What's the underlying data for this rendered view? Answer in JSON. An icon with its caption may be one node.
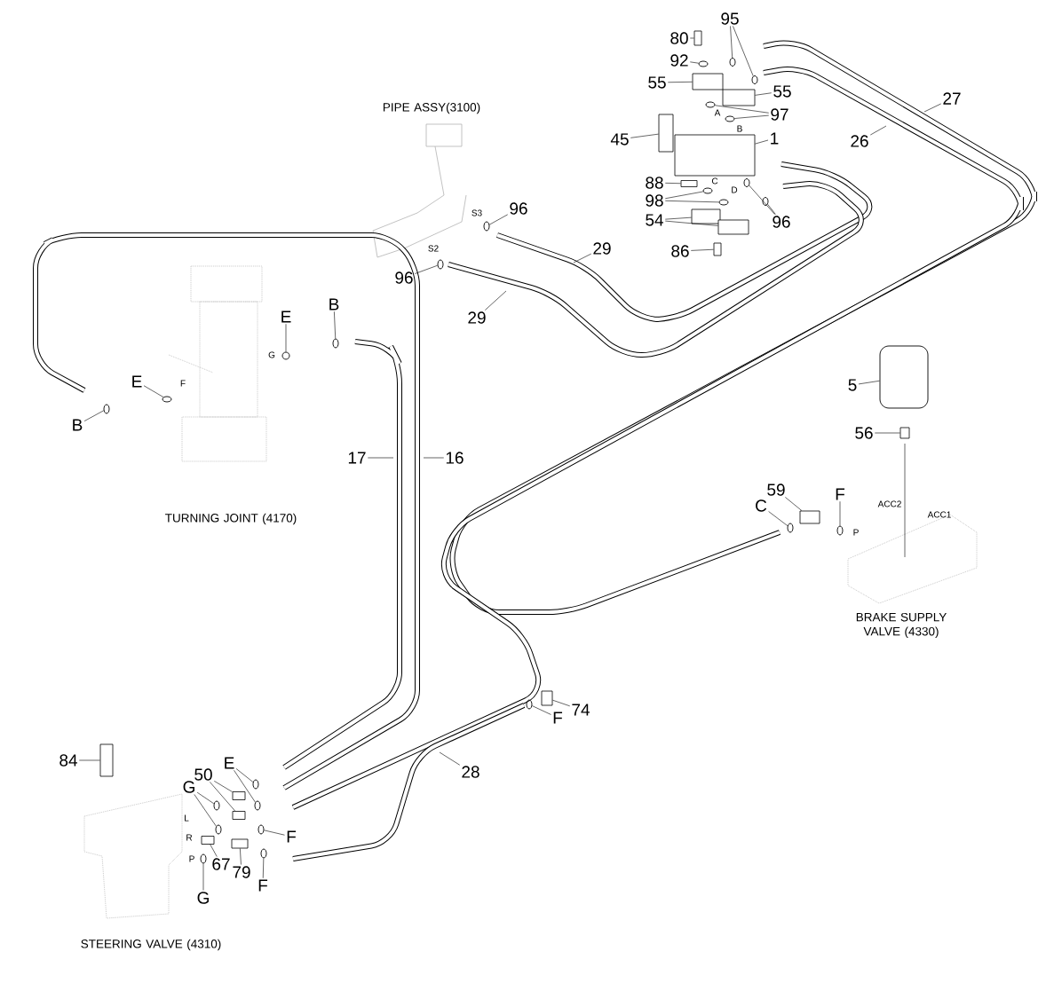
{
  "diagram": {
    "nodes": [
      {
        "text": [
          "80"
        ]
      },
      {
        "text": [
          "92"
        ]
      },
      {
        "text": [
          "95"
        ]
      },
      {
        "text": [
          "55"
        ]
      },
      {
        "text": [
          "55"
        ]
      },
      {
        "text": [
          "97"
        ]
      },
      {
        "text": [
          "45"
        ]
      },
      {
        "text": [
          "1"
        ]
      },
      {
        "text": [
          "88"
        ]
      },
      {
        "text": [
          "98"
        ]
      },
      {
        "text": [
          "54"
        ]
      },
      {
        "text": [
          "96"
        ]
      },
      {
        "text": [
          "86"
        ]
      },
      {
        "text": [
          "27"
        ]
      },
      {
        "text": [
          "26"
        ]
      },
      {
        "text": [
          "96"
        ]
      },
      {
        "text": [
          "29"
        ]
      },
      {
        "text": [
          "96"
        ]
      },
      {
        "text": [
          "29"
        ]
      },
      {
        "text": [
          "PIPE ASSY(3100)"
        ]
      },
      {
        "text": [
          "E"
        ]
      },
      {
        "text": [
          "B"
        ]
      },
      {
        "text": [
          "E"
        ]
      },
      {
        "text": [
          "B"
        ]
      },
      {
        "text": [
          "17"
        ]
      },
      {
        "text": [
          "16"
        ]
      },
      {
        "text": [
          "5"
        ]
      },
      {
        "text": [
          "56"
        ]
      },
      {
        "text": [
          "59"
        ]
      },
      {
        "text": [
          "C"
        ]
      },
      {
        "text": [
          "F"
        ]
      },
      {
        "text": [
          "BRAKE SUPPLY VALVE (4330)"
        ]
      },
      {
        "text": [
          "74"
        ]
      },
      {
        "text": [
          "F"
        ]
      },
      {
        "text": [
          "28"
        ]
      },
      {
        "text": [
          "84"
        ]
      },
      {
        "text": [
          "50"
        ]
      },
      {
        "text": [
          "E"
        ]
      },
      {
        "text": [
          "G"
        ]
      },
      {
        "text": [
          "F"
        ]
      },
      {
        "text": [
          "F"
        ]
      },
      {
        "text": [
          "67"
        ]
      },
      {
        "text": [
          "79"
        ]
      },
      {
        "text": [
          "G"
        ]
      },
      {
        "text": [
          "TURNING JOINT (4170)"
        ]
      },
      {
        "text": [
          "STEERING VALVE (4310)"
        ]
      },
      {
        "text": [],
        "shape": "box"
      },
      {
        "text": [],
        "shape": "circle"
      },
      {
        "text": [],
        "shape": "circle"
      },
      {
        "text": [],
        "shape": "circle"
      },
      {
        "text": [],
        "shape": "box"
      },
      {
        "text": [],
        "shape": "box"
      },
      {
        "text": [],
        "shape": "circle"
      },
      {
        "text": [],
        "shape": "circle"
      },
      {
        "text": [],
        "shape": "box"
      },
      {
        "text": [],
        "shape": "box"
      },
      {
        "text": [],
        "shape": "box"
      },
      {
        "text": [],
        "shape": "circle"
      },
      {
        "text": [],
        "shape": "circle"
      },
      {
        "text": [],
        "shape": "box"
      },
      {
        "text": [],
        "shape": "box"
      },
      {
        "text": [],
        "shape": "circle"
      },
      {
        "text": [],
        "shape": "circle"
      },
      {
        "text": [],
        "shape": "box"
      },
      {
        "text": [],
        "shape": "circle"
      },
      {
        "text": [],
        "shape": "circle"
      },
      {
        "text": [],
        "shape": "circle"
      },
      {
        "text": [],
        "shape": "circle"
      },
      {
        "text": [],
        "shape": "circle"
      },
      {
        "text": [],
        "shape": "circle"
      },
      {
        "text": [],
        "shape": "cylinder"
      },
      {
        "text": [],
        "shape": "box"
      },
      {
        "text": [],
        "shape": "box"
      },
      {
        "text": [],
        "shape": "circle"
      },
      {
        "text": [],
        "shape": "circle"
      },
      {
        "text": [],
        "shape": "box"
      },
      {
        "text": [],
        "shape": "circle"
      },
      {
        "text": [],
        "shape": "box"
      },
      {
        "text": [],
        "shape": "box"
      },
      {
        "text": [],
        "shape": "box"
      },
      {
        "text": [],
        "shape": "circle"
      },
      {
        "text": [],
        "shape": "circle"
      },
      {
        "text": [],
        "shape": "circle"
      },
      {
        "text": [],
        "shape": "circle"
      },
      {
        "text": [],
        "shape": "circle"
      },
      {
        "text": [],
        "shape": "circle"
      },
      {
        "text": [],
        "shape": "box"
      },
      {
        "text": [],
        "shape": "box"
      },
      {
        "text": [],
        "shape": "circle"
      }
    ],
    "edges": [
      {
        "from": 0,
        "to": 46,
        "arrow": "none"
      },
      {
        "from": 1,
        "to": 47,
        "arrow": "none"
      },
      {
        "from": 2,
        "to": 48,
        "arrow": "none"
      },
      {
        "from": 2,
        "to": 49,
        "arrow": "none"
      },
      {
        "from": 3,
        "to": 50,
        "arrow": "none"
      },
      {
        "from": 4,
        "to": 51,
        "arrow": "none"
      },
      {
        "from": 5,
        "to": 52,
        "arrow": "none"
      },
      {
        "from": 5,
        "to": 53,
        "arrow": "none"
      },
      {
        "from": 6,
        "to": 54,
        "arrow": "none"
      },
      {
        "from": 7,
        "to": 55,
        "arrow": "none"
      },
      {
        "from": 8,
        "to": 56,
        "arrow": "none"
      },
      {
        "from": 9,
        "to": 57,
        "arrow": "none"
      },
      {
        "from": 9,
        "to": 58,
        "arrow": "none"
      },
      {
        "from": 10,
        "to": 59,
        "arrow": "none"
      },
      {
        "from": 10,
        "to": 60,
        "arrow": "none"
      },
      {
        "from": 11,
        "to": 61,
        "arrow": "none"
      },
      {
        "from": 11,
        "to": 62,
        "arrow": "none"
      },
      {
        "from": 12,
        "to": 63,
        "arrow": "none"
      },
      {
        "from": 13,
        "to": null,
        "arrow": "none"
      },
      {
        "from": 14,
        "to": null,
        "arrow": "none"
      },
      {
        "from": 15,
        "to": 64,
        "arrow": "none"
      },
      {
        "from": 16,
        "to": null,
        "arrow": "none"
      },
      {
        "from": 17,
        "to": 65,
        "arrow": "none"
      },
      {
        "from": 18,
        "to": null,
        "arrow": "none"
      },
      {
        "from": 20,
        "to": 66,
        "arrow": "none"
      },
      {
        "from": 21,
        "to": 67,
        "arrow": "none"
      },
      {
        "from": 22,
        "to": 68,
        "arrow": "none"
      },
      {
        "from": 23,
        "to": 69,
        "arrow": "none"
      },
      {
        "from": 24,
        "to": null,
        "arrow": "none"
      },
      {
        "from": 25,
        "to": null,
        "arrow": "none"
      },
      {
        "from": 26,
        "to": 70,
        "arrow": "none"
      },
      {
        "from": 27,
        "to": 71,
        "arrow": "none"
      },
      {
        "from": 28,
        "to": 72,
        "arrow": "none"
      },
      {
        "from": 29,
        "to": 73,
        "arrow": "none"
      },
      {
        "from": 30,
        "to": 74,
        "arrow": "none"
      },
      {
        "from": 32,
        "to": 75,
        "arrow": "none"
      },
      {
        "from": 33,
        "to": 76,
        "arrow": "none"
      },
      {
        "from": 34,
        "to": null,
        "arrow": "none"
      },
      {
        "from": 35,
        "to": 77,
        "arrow": "none"
      },
      {
        "from": 36,
        "to": 78,
        "arrow": "none"
      },
      {
        "from": 36,
        "to": 79,
        "arrow": "none"
      },
      {
        "from": 37,
        "to": 80,
        "arrow": "none"
      },
      {
        "from": 37,
        "to": 81,
        "arrow": "none"
      },
      {
        "from": 38,
        "to": 82,
        "arrow": "none"
      },
      {
        "from": 38,
        "to": 83,
        "arrow": "none"
      },
      {
        "from": 39,
        "to": 84,
        "arrow": "none"
      },
      {
        "from": 40,
        "to": 85,
        "arrow": "none"
      },
      {
        "from": 41,
        "to": 86,
        "arrow": "none"
      },
      {
        "from": 42,
        "to": 87,
        "arrow": "none"
      },
      {
        "from": 43,
        "to": 88,
        "arrow": "none"
      }
    ],
    "labels": [
      "A",
      "B",
      "C",
      "D",
      "S3",
      "S2",
      "G",
      "F",
      "ACC2",
      "ACC1",
      "P",
      "L",
      "R",
      "P"
    ]
  }
}
